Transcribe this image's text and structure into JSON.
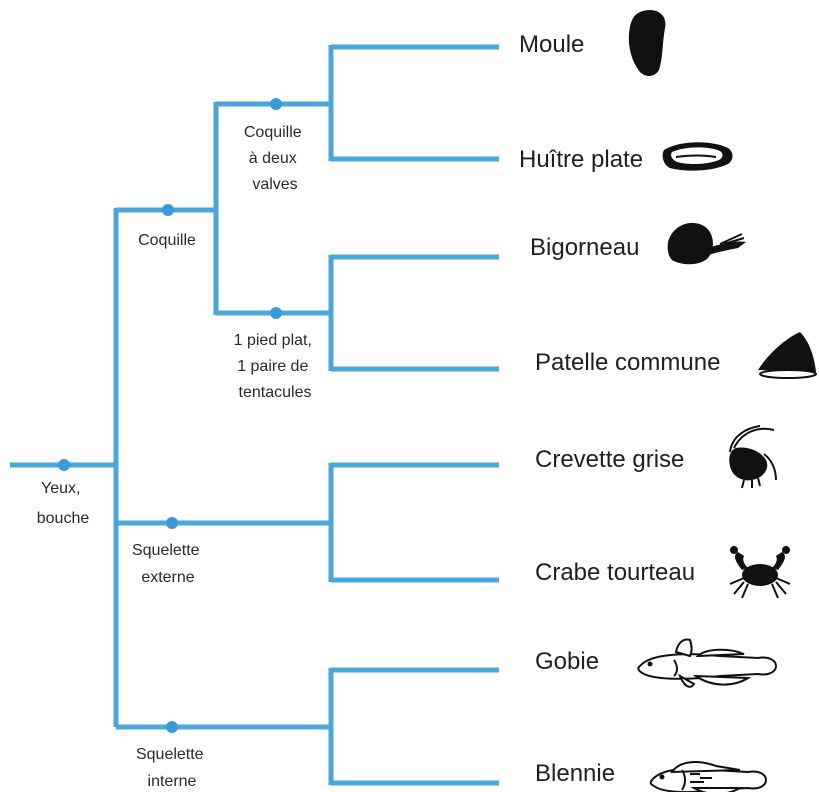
{
  "colors": {
    "branch": "#4aa6d8",
    "node": "#3a9ad9",
    "text": "#222222"
  },
  "nodes": {
    "root": [
      "Yeux,",
      "bouche"
    ],
    "coquille": [
      "Coquille"
    ],
    "deux_valves": [
      "Coquille",
      "à deux",
      "valves"
    ],
    "pied_plat": [
      "1 pied plat,",
      "1 paire de",
      "tentacules"
    ],
    "squelette_externe": [
      "Squelette",
      "externe"
    ],
    "squelette_interne": [
      "Squelette",
      "interne"
    ]
  },
  "taxa": [
    {
      "name": "Moule",
      "icon": "mussel-icon"
    },
    {
      "name": "Huître plate",
      "icon": "oyster-icon"
    },
    {
      "name": "Bigorneau",
      "icon": "periwinkle-icon"
    },
    {
      "name": "Patelle commune",
      "icon": "limpet-icon"
    },
    {
      "name": "Crevette grise",
      "icon": "shrimp-icon"
    },
    {
      "name": "Crabe tourteau",
      "icon": "crab-icon"
    },
    {
      "name": "Gobie",
      "icon": "goby-icon"
    },
    {
      "name": "Blennie",
      "icon": "blenny-icon"
    }
  ]
}
